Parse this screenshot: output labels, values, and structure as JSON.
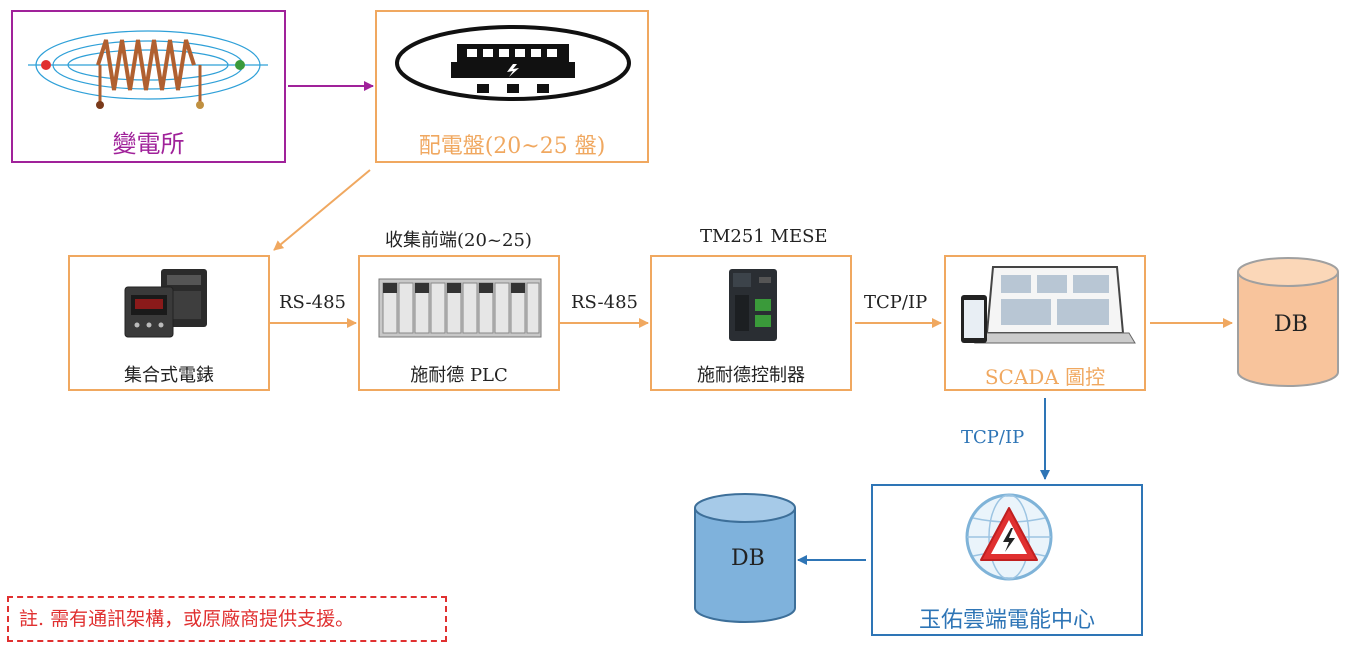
{
  "nodes": {
    "substation": {
      "label": "變電所"
    },
    "switchboard": {
      "label": "配電盤(20~25 盤)"
    },
    "meter": {
      "label": "集合式電錶"
    },
    "plc": {
      "label": "施耐德 PLC",
      "caption": "收集前端(20~25)"
    },
    "controller": {
      "label": "施耐德控制器",
      "caption": "TM251 MESE"
    },
    "scada": {
      "label": "SCADA 圖控"
    },
    "db_right": {
      "label": "DB"
    },
    "cloud": {
      "label": "玉佑雲端電能中心"
    },
    "db_bottom": {
      "label": "DB"
    }
  },
  "links": {
    "meter_plc": "RS-485",
    "plc_controller": "RS-485",
    "controller_scada": "TCP/IP",
    "scada_cloud": "TCP/IP"
  },
  "note": "註. 需有通訊架構，或原廠商提供支援。",
  "colors": {
    "purple": "#a0229a",
    "orange": "#f0a860",
    "blue": "#2e75b6",
    "note_red": "#e03030"
  }
}
